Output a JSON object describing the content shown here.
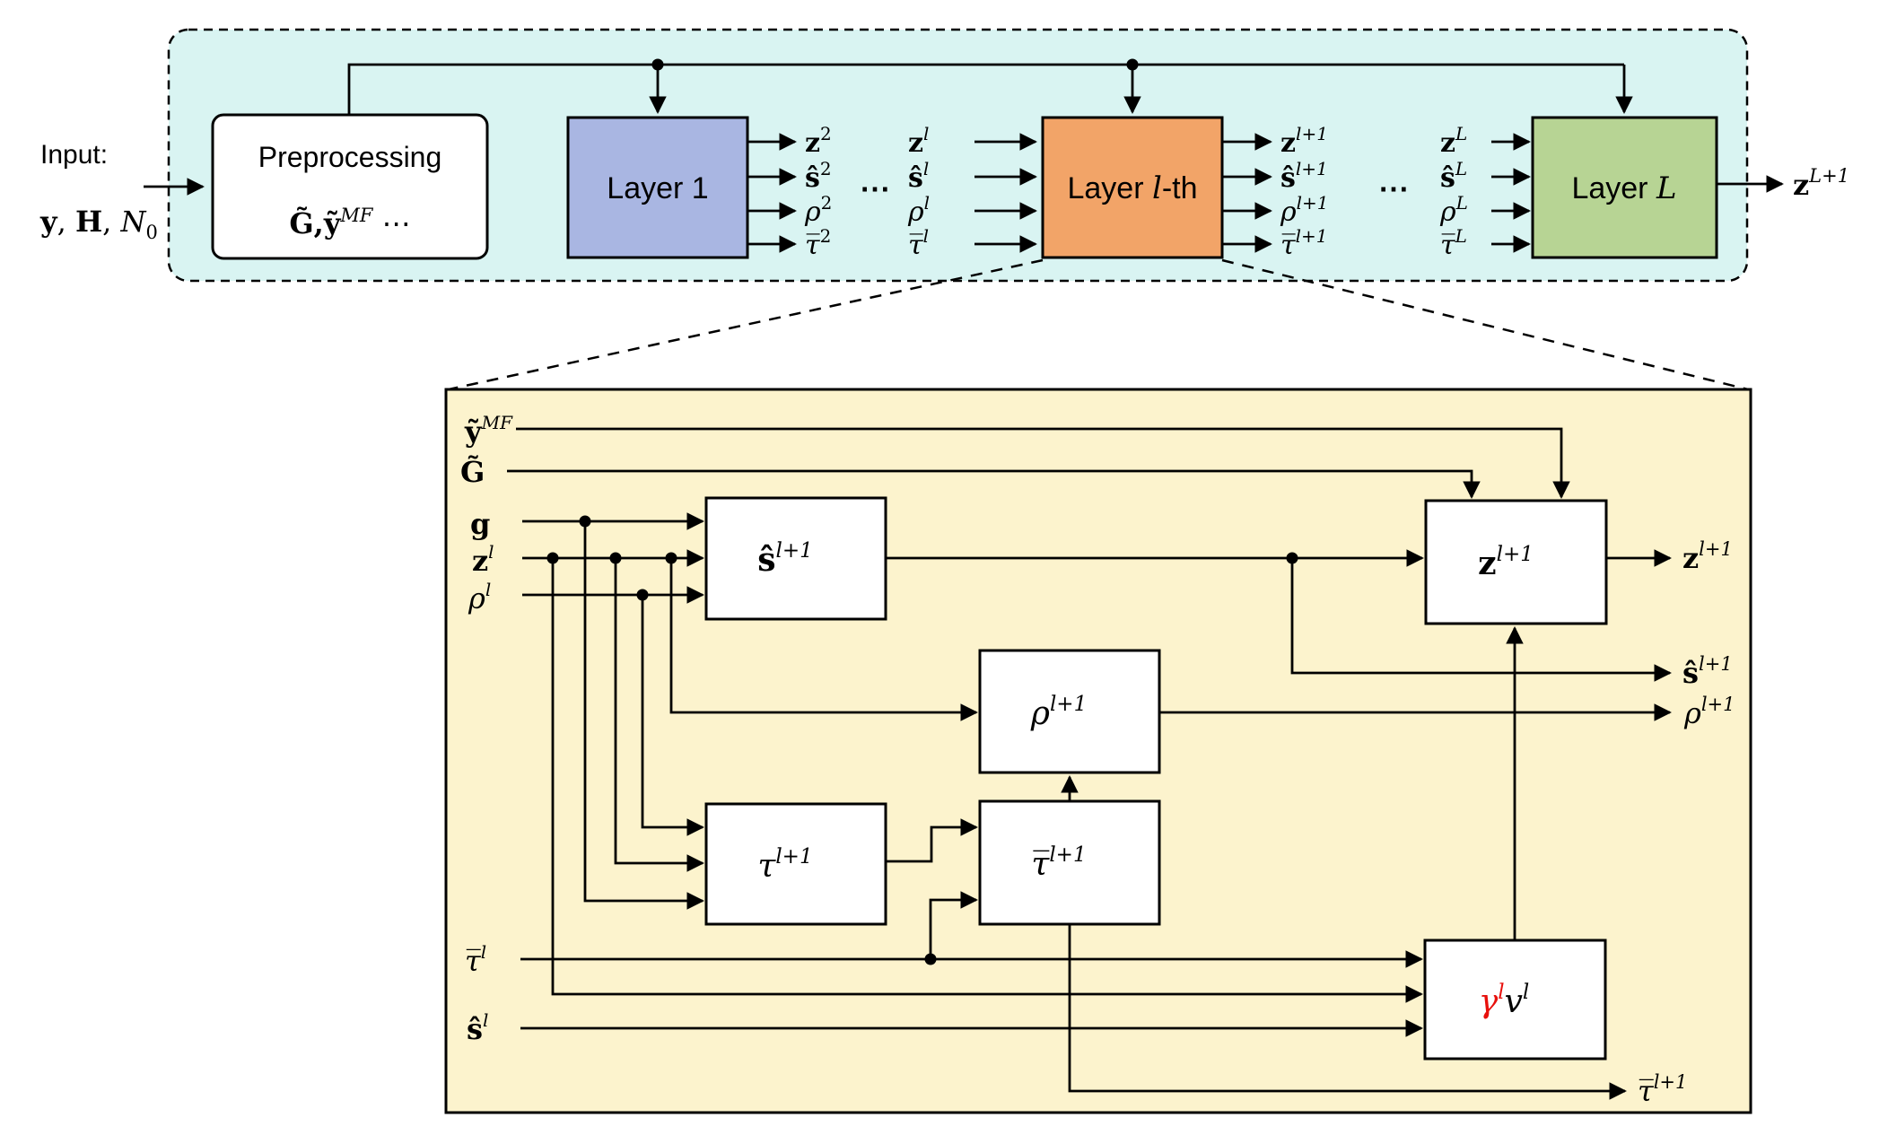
{
  "colors": {
    "panel_cyan": "#d9f4f2",
    "layer1_blue": "#a9b6e2",
    "layerl_orange": "#f2a468",
    "layerL_green": "#b7d494",
    "detail_yellow": "#fcf3cd",
    "block_white": "#ffffff",
    "gamma_red": "#e8100c",
    "line_black": "#000000"
  },
  "top": {
    "input_label": "Input:",
    "input_vars": {
      "p1": "y",
      "p2": ", ",
      "p3": "H",
      "p4": ", ",
      "p5": "N",
      "sub": "0"
    },
    "preprocessing": {
      "title": "Preprocessing",
      "sub1": "G̃,",
      "sub2": "ỹ",
      "sub_sup": "MF",
      "sub3": " ⋯"
    },
    "layer1_label": "Layer 1",
    "layerl_label": {
      "p1": "Layer ",
      "p2": "l",
      "p3": "-th"
    },
    "layerL_label": {
      "p1": "Layer ",
      "p2": "L"
    },
    "dots": "⋯",
    "after1": [
      {
        "base": "z",
        "sup": "2"
      },
      {
        "base": "ŝ",
        "sup": "2"
      },
      {
        "base": "ρ",
        "sup": "2"
      },
      {
        "base": "τ̅",
        "sup": "2"
      }
    ],
    "into_l": [
      {
        "base": "z",
        "sup": "l"
      },
      {
        "base": "ŝ",
        "sup": "l"
      },
      {
        "base": "ρ",
        "sup": "l"
      },
      {
        "base": "τ̅",
        "sup": "l"
      }
    ],
    "after_l": [
      {
        "base": "z",
        "sup": "l+1"
      },
      {
        "base": "ŝ",
        "sup": "l+1"
      },
      {
        "base": "ρ",
        "sup": "l+1"
      },
      {
        "base": "τ̅",
        "sup": "l+1"
      }
    ],
    "into_L": [
      {
        "base": "z",
        "sup": "L"
      },
      {
        "base": "ŝ",
        "sup": "L"
      },
      {
        "base": "ρ",
        "sup": "L"
      },
      {
        "base": "τ̅",
        "sup": "L"
      }
    ],
    "final_output": {
      "base": "z",
      "sup": "L+1"
    }
  },
  "detail": {
    "left_inputs": [
      {
        "base": "ỹ",
        "sup": "MF"
      },
      {
        "base": "G̃",
        "sup": ""
      },
      {
        "base": "g",
        "sup": ""
      },
      {
        "base": "z",
        "sup": "l"
      },
      {
        "base": "ρ",
        "sup": "l"
      },
      {
        "base": "τ̅",
        "sup": "l"
      },
      {
        "base": "ŝ",
        "sup": "l"
      }
    ],
    "blocks": {
      "shat": {
        "base": "ŝ",
        "sup": "l+1"
      },
      "rho": {
        "base": "ρ",
        "sup": "l+1"
      },
      "tau": {
        "base": "τ",
        "sup": "l+1"
      },
      "taubar": {
        "base": "τ̅",
        "sup": "l+1"
      },
      "z": {
        "base": "z",
        "sup": "l+1"
      },
      "gamma": {
        "r1": "γ",
        "r2": "l",
        "b1": "v",
        "b2": "l"
      }
    },
    "outputs": [
      {
        "base": "z",
        "sup": "l+1"
      },
      {
        "base": "ŝ",
        "sup": "l+1"
      },
      {
        "base": "ρ",
        "sup": "l+1"
      },
      {
        "base": "τ̅",
        "sup": "l+1"
      }
    ]
  }
}
